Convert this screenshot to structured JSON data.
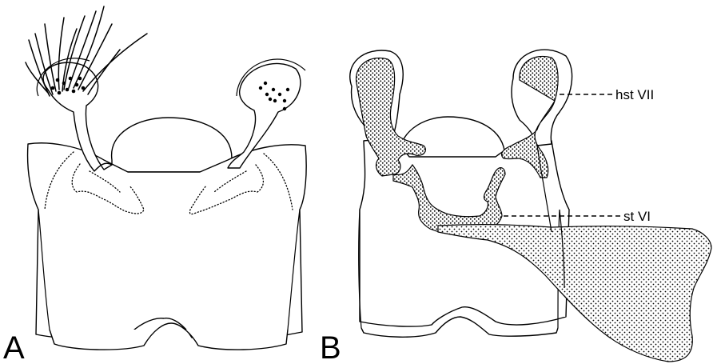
{
  "panels": {
    "a": {
      "letter": "A"
    },
    "b": {
      "letter": "B"
    }
  },
  "labels": {
    "hst": "hst VII",
    "st": "st VI"
  }
}
